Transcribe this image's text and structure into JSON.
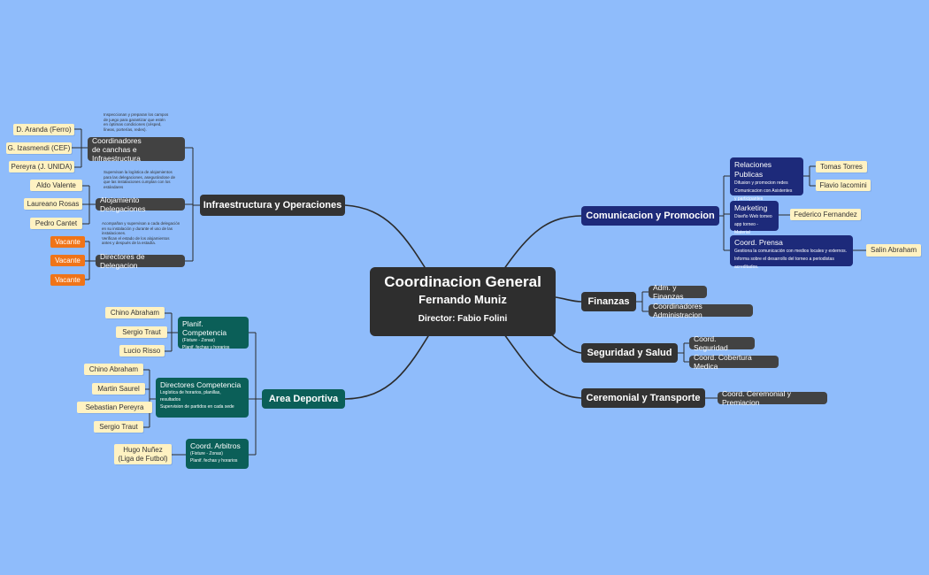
{
  "root": {
    "title": "Coordinacion General",
    "name": "Fernando Muniz",
    "director": "Director: Fabio Folini"
  },
  "infra": {
    "label": "Infraestructura y Operaciones",
    "coordinadores": {
      "label_1": "Coordinadores",
      "label_2": "de canchas e Infraestructura",
      "note": [
        "Inspeccionan y preparan los campos",
        "de juego para garantizar que estén",
        "en óptimas condiciones (césped,",
        "líneas, porterías, redes)."
      ],
      "people": [
        "D. Aranda (Ferro)",
        "G. Izasmendi (CEF)",
        "Pereyra (J. UNIDA)"
      ]
    },
    "alojamiento": {
      "label": "Alojamiento Delegaciones",
      "note": [
        "Supervisan la logística de alojamientos",
        "para las delegaciones, asegurándose de",
        "que las instalaciones cumplan con los",
        "estándares"
      ],
      "people": [
        "Aldo Valente",
        "Laureano Rosas",
        "Pedro Cantet"
      ]
    },
    "directores": {
      "label": "Directores de Delegacion",
      "note": [
        "Acompañan y supervisan a cada delegación",
        "en su instalación y durante el uso de las",
        "instalaciones.",
        "Verifican el estado de los alojamientos",
        "antes y después de la estadía."
      ],
      "people": [
        "Vacante",
        "Vacante",
        "Vacante"
      ]
    }
  },
  "deportiva": {
    "label": "Area Deportiva",
    "planif": {
      "label": "Planif. Competencia",
      "lines": [
        "(Fixture - Zonas)",
        "Planif. fechas y  horarios"
      ],
      "people": [
        "Chino Abraham",
        "Sergio Traut",
        "Lucio Risso"
      ]
    },
    "directores": {
      "label": "Directores Competencia",
      "lines": [
        "Logística de horarios, planillas,",
        "resultados",
        "Supervision de partidos en cada sede"
      ],
      "people": [
        "Chino Abraham",
        "Martin Saurel",
        "Sebastian Pereyra",
        "Sergio Traut"
      ]
    },
    "arbitros": {
      "label": "Coord. Arbitros",
      "lines": [
        "(Fixture - Zonas)",
        "Planif. fechas y  horarios"
      ],
      "person_1": "Hugo Nuñez",
      "person_2": "(Liga de Futbol)"
    }
  },
  "comunicacion": {
    "label": "Comunicacion y Promocion",
    "rrpp": {
      "label": "Relaciones Publicas",
      "lines": [
        "Difusion y promocion redes",
        "Comunicacion con Asistentes",
        "y participantes"
      ],
      "people": [
        "Tomas Torres",
        "Flavio Iacomini"
      ]
    },
    "marketing": {
      "label": "Marketing",
      "lines": [
        "Diseño Web torneo",
        "app torneo - Material"
      ],
      "person": "Federico Fernandez"
    },
    "prensa": {
      "label": "Coord. Prensa",
      "lines": [
        "Gestiona la comunicación con medios locales y externos.",
        "Informa sobre el desarrollo del torneo a periodistas acreditados."
      ],
      "person": "Salin Abraham"
    }
  },
  "finanzas": {
    "label": "Finanzas",
    "children": [
      "Adm. y Finanzas",
      "Coordinadores Administracion"
    ]
  },
  "seguridad": {
    "label": "Seguridad y Salud",
    "children": [
      "Coord. Seguridad",
      "Coord. Cobertura Medica"
    ]
  },
  "ceremonial": {
    "label": "Ceremonial y Transporte",
    "children": [
      "Coord. Ceremonial y Premiacion"
    ]
  },
  "colors": {
    "background": "#8fbcfb",
    "dark": "#2e2e2e",
    "navy": "#1d2a7a",
    "teal": "#0b5f58",
    "orange": "#f07418",
    "sticky": "#fff2c2"
  }
}
